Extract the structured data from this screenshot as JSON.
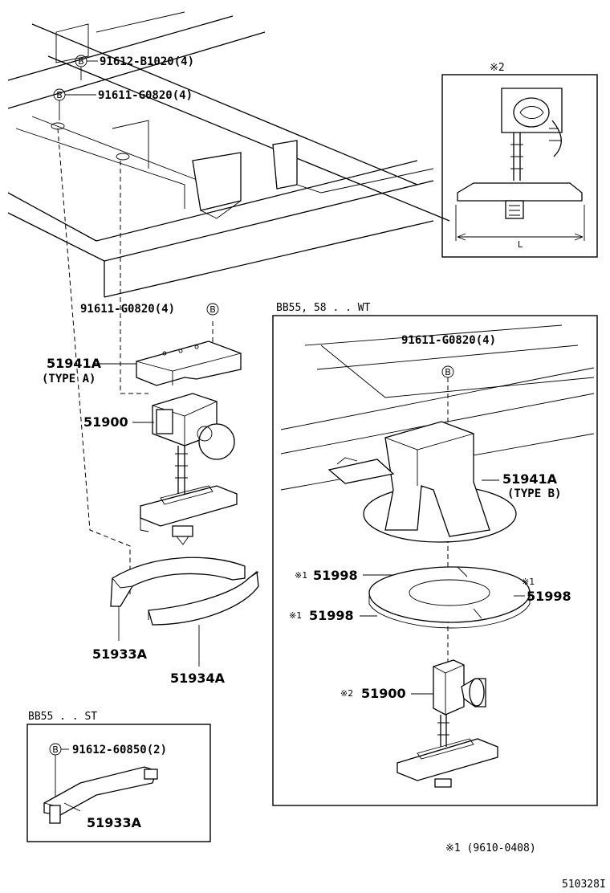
{
  "callouts": {
    "bolt_b1020": "91612-B1020(4)",
    "bolt_g0820_top": "91611-G0820(4)",
    "bolt_g0820_left": "91611-G0820(4)",
    "bolt_g0820_wt": "91611-G0820(4)",
    "bolt_60850": "91612-60850(2)",
    "holder_a": "51941A",
    "holder_a_type": "(TYPE A)",
    "holder_b": "51941A",
    "holder_b_type": "(TYPE B)",
    "carrier_left": "51900",
    "carrier_wt": "51900",
    "carrier_wt_mark": "※2",
    "cushion_51933a_left": "51933A",
    "cushion_51934a": "51934A",
    "cushion_51933a_st": "51933A",
    "plate_1": "51998",
    "plate_2": "51998",
    "plate_3": "51998",
    "plate_mark_1": "※1",
    "plate_mark_2": "※1",
    "plate_mark_3": "※1"
  },
  "bolt_marker": "B",
  "insets": {
    "detail_title": "※2",
    "detail_dimension": "L",
    "wt_title": "BB55, 58 . . WT",
    "st_title": "BB55 . . ST"
  },
  "footer": {
    "note": "※1   (9610-0408)",
    "figure_code": "510328I"
  }
}
